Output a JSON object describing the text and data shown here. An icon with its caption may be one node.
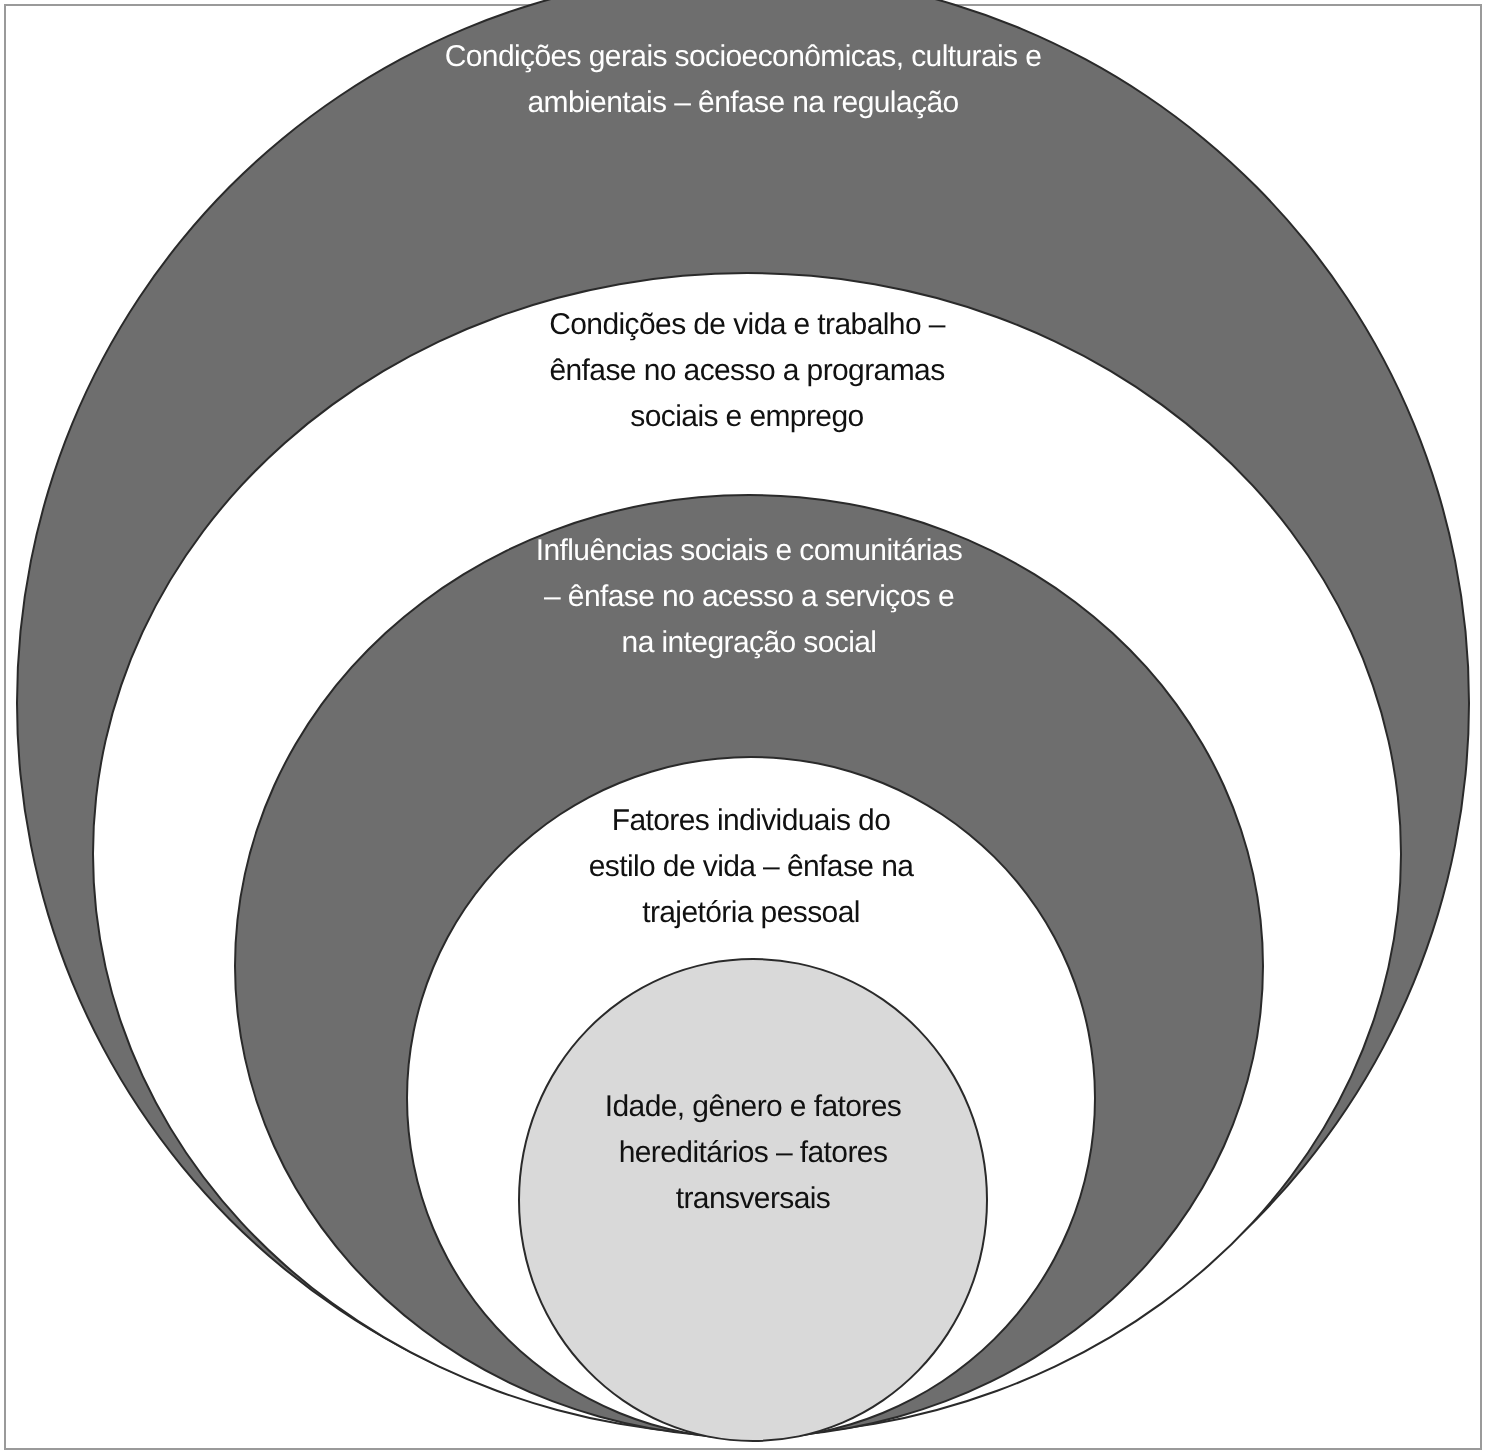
{
  "diagram": {
    "nodes": [
      {
        "text": [
          "Condições gerais socioeconômicas, culturais e ambientais – ênfase na regulação"
        ]
      },
      {
        "text": [
          "Condições de vida e trabalho – ênfase no acesso a programas sociais e emprego"
        ],
        "in": 0
      },
      {
        "text": [
          "Influências sociais e comunitárias – ênfase no acesso a serviços e na integração social"
        ],
        "in": 1
      },
      {
        "text": [
          "Fatores individuais do estilo de vida – ênfase na trajetória pessoal"
        ],
        "in": 2
      },
      {
        "text": [
          "Idade, gênero e fatores hereditários – fatores transversais"
        ],
        "in": 3
      }
    ]
  }
}
